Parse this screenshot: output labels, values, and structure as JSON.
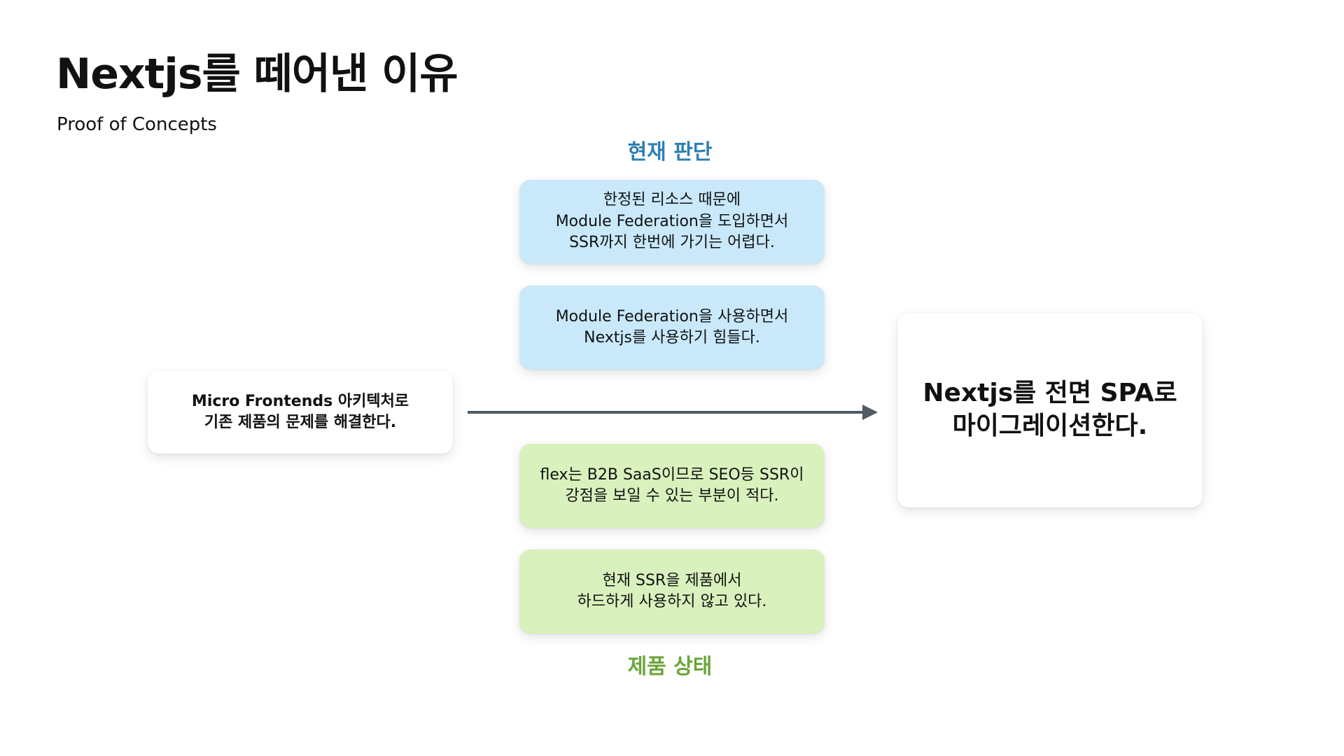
{
  "slide": {
    "title": "Nextjs를 떼어낸 이유",
    "subtitle": "Proof of Concepts"
  },
  "sections": {
    "current_judgment": {
      "label": "현재 판단",
      "color": "#2e7fb4",
      "items": [
        "한정된 리소스 때문에\nModule Federation을 도입하면서\nSSR까지 한번에 가기는 어렵다.",
        "Module Federation을 사용하면서\nNextjs를 사용하기 힘들다."
      ]
    },
    "product_status": {
      "label": "제품 상태",
      "color": "#6aa53a",
      "items": [
        "flex는 B2B SaaS이므로 SEO등 SSR이\n강점을 보일 수 있는 부분이 적다.",
        "현재 SSR을 제품에서\n하드하게 사용하지 않고 있다."
      ]
    }
  },
  "problem": {
    "text": "Micro Frontends 아키텍처로\n기존 제품의 문제를 해결한다."
  },
  "decision": {
    "text": "Nextjs를 전면 SPA로\n마이그레이션한다."
  },
  "colors": {
    "blue_card": "#c9e9fb",
    "green_card": "#d9f1bd",
    "arrow": "#4f5b66"
  },
  "icons": {
    "arrow": "arrow-right-icon"
  }
}
